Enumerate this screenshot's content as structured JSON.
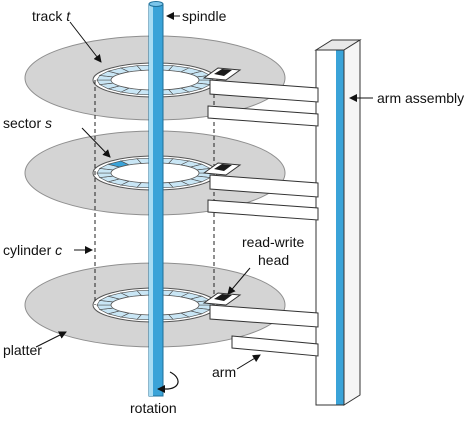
{
  "labels": {
    "track_prefix": "track ",
    "track_var": "t",
    "spindle": "spindle",
    "arm_assembly": "arm assembly",
    "sector_prefix": "sector ",
    "sector_var": "s",
    "cylinder_prefix": "cylinder ",
    "cylinder_var": "c",
    "read_write_line1": "read-write",
    "read_write_line2": "head",
    "platter": "platter",
    "arm": "arm",
    "rotation": "rotation"
  },
  "colors": {
    "spindle": "#3aa3d8",
    "track_fill": "#c9e6f5",
    "highlighted_sector": "#3aa3d8",
    "platter_fill": "#d4d4d4",
    "platter_edge": "#9a9a9a",
    "head": "#1a1a1a"
  },
  "sectors_per_track": 20
}
